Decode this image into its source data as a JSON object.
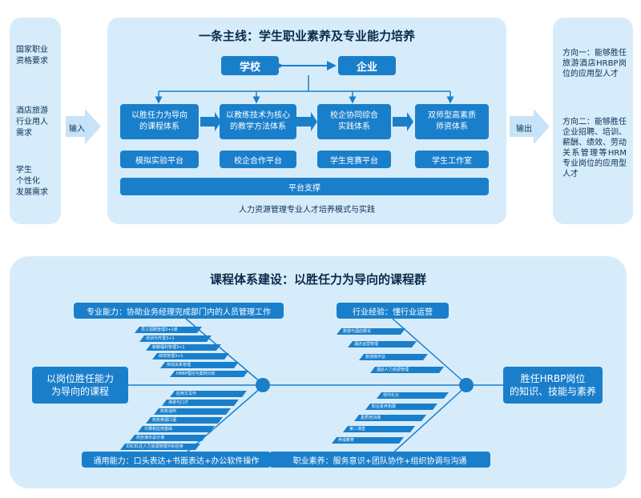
{
  "left_panel": {
    "items": [
      "国家职业\n资格要求",
      "酒店旅游\n行业用人\n需求",
      "学生\n个性化\n发展需求"
    ]
  },
  "input_label": "输入",
  "output_label": "输出",
  "main": {
    "title": "一条主线：学生职业素养及专业能力培养",
    "school": "学校",
    "enterprise": "企业",
    "systems": [
      "以胜任力为导向\n的课程体系",
      "以教练技术为核心\n的教学方法体系",
      "校企协同综合\n实践体系",
      "双师型高素质\n师资体系"
    ],
    "platforms": [
      "模拟实验平台",
      "校企合作平台",
      "学生竞赛平台",
      "学生工作室"
    ],
    "support": "平台支撑",
    "caption": "人力资源管理专业人才培养模式与实践"
  },
  "right_panel": {
    "dir1": "方向一：能够胜任旅游酒店HRBP岗位的应用型人才",
    "dir2": "方向二：能够胜任企业招聘、培训、薪酬、绩效、劳动关系管理等HRM专业岗位的应用型人才"
  },
  "course": {
    "title": "课程体系建设：以胜任力为导向的课程群",
    "left_box": "以岗位胜任能力\n为导向的课程",
    "right_box": "胜任HRBP岗位\n的知识、技能与素养",
    "prof_ability": "专业能力：协助业务经理完成部门内的人员管理工作",
    "industry_exp": "行业经验：懂行业运营",
    "general_ability": "通用能力：口头表达+书面表达+办公软件操作",
    "professional_quality": "职业素养：服务意识+团队协作+组织协调与沟通",
    "prof_courses": [
      "员工招聘管理3+1课",
      "培训与开发3+1",
      "薪酬福利管理3+1",
      "绩效管理3+1",
      "劳动关系管理",
      "HRBP理论与案例分析"
    ],
    "industry_courses": [
      "旅游与酒店概论",
      "酒店运营管理",
      "旅游操作业",
      "酒店人力资源管理"
    ],
    "general_courses": [
      "应用文写作",
      "演讲与口才",
      "商务谈判",
      "商务英语口语",
      "计算机应用基础",
      "商务演示设计课",
      "EXCEL在人力资源管理中的应用"
    ],
    "quality_courses": [
      "现代礼仪",
      "职业素养拓展",
      "素质培训课",
      "第二课堂",
      "养成教育"
    ]
  }
}
